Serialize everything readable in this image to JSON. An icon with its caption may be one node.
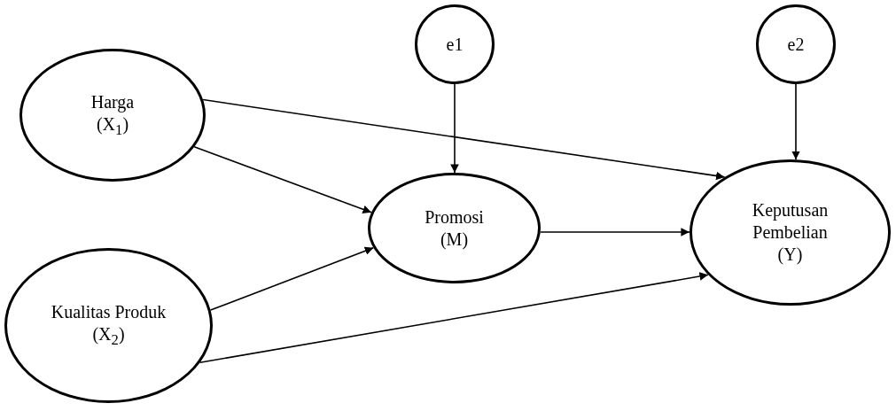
{
  "diagram": {
    "nodes": [
      {
        "text": [
          "e1"
        ]
      },
      {
        "text": [
          "e2"
        ]
      },
      {
        "text": [
          "Harga",
          "(X$_{1}$)"
        ]
      },
      {
        "text": [
          "Promosi",
          "(M)"
        ]
      },
      {
        "text": [
          "Keputusan Pembelian",
          "(Y)"
        ]
      },
      {
        "text": [
          "Kualitas Produk",
          "(X$_{2}$)"
        ]
      }
    ],
    "edges": [
      {
        "from": 0,
        "to": 3,
        "arrow": "to"
      },
      {
        "from": 1,
        "to": 4,
        "arrow": "to"
      },
      {
        "from": 2,
        "to": 4,
        "arrow": "to"
      },
      {
        "from": 2,
        "to": 3,
        "arrow": "to"
      },
      {
        "from": 5,
        "to": 3,
        "arrow": "to"
      },
      {
        "from": 5,
        "to": 4,
        "arrow": "to"
      },
      {
        "from": 3,
        "to": 4,
        "arrow": "to"
      }
    ]
  }
}
